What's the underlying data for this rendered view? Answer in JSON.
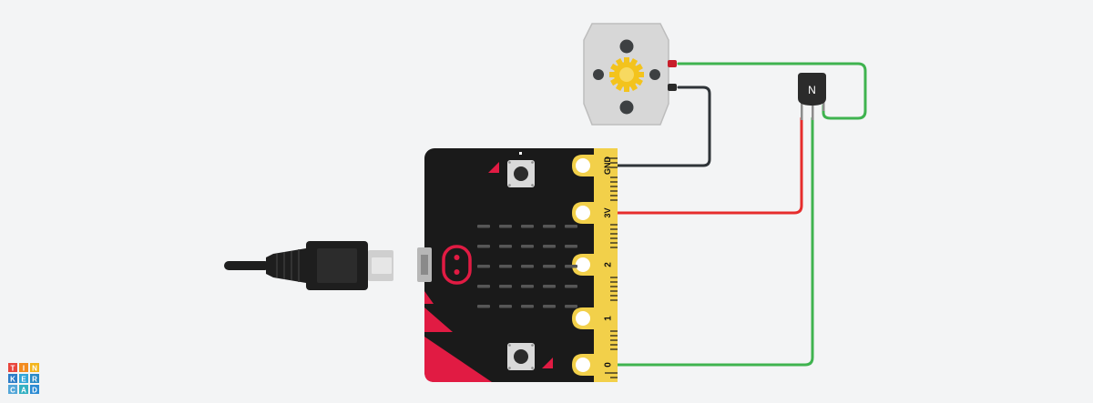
{
  "pins": {
    "gnd": "GND",
    "v3": "3V",
    "p2": "2",
    "p1": "1",
    "p0": "0"
  },
  "transistor": {
    "label": "N"
  },
  "logo": {
    "letters": [
      "T",
      "I",
      "N",
      "K",
      "E",
      "R",
      "C",
      "A",
      "D"
    ]
  },
  "colors": {
    "background": "#f3f4f5",
    "board": "#1a1a1a",
    "gold": "#f2d04a",
    "accent_red": "#e11b43",
    "wire_red": "#e62c2c",
    "wire_green": "#3fb34f",
    "wire_black": "#2f3438",
    "motor_body": "#d7d7d7",
    "gear": "#f3c31d",
    "logo_tiles": [
      "#e8453c",
      "#f28b1f",
      "#f3b51b",
      "#2c7cc7",
      "#31a5d8",
      "#2a8bc6",
      "#53a6d8",
      "#34b0c2",
      "#2c8bd3"
    ]
  }
}
